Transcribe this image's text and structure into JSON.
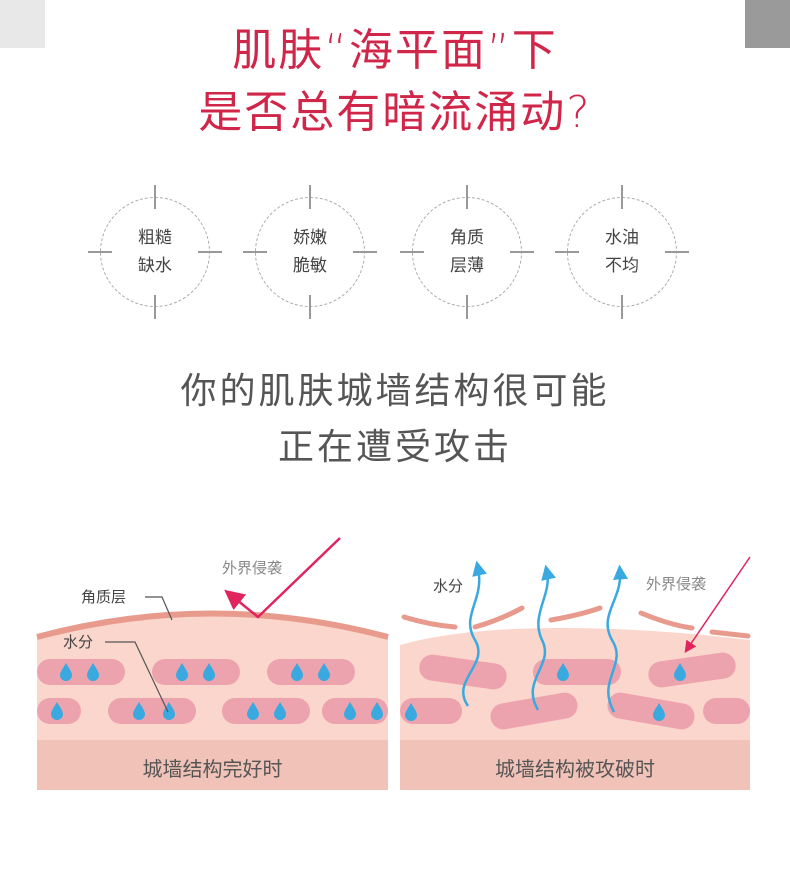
{
  "title": {
    "line1": "肌肤“海平面”下",
    "line2": "是否总有暗流涌动?"
  },
  "problems": [
    {
      "line1": "粗糙",
      "line2": "缺水"
    },
    {
      "line1": "娇嫩",
      "line2": "脆敏"
    },
    {
      "line1": "角质",
      "line2": "层薄"
    },
    {
      "line1": "水油",
      "line2": "不均"
    }
  ],
  "subtitle": {
    "line1": "你的肌肤城墙结构很可能",
    "line2": "正在遭受攻击"
  },
  "left_diagram": {
    "invasion": "外界侵袭",
    "stratum": "角质层",
    "water": "水分",
    "caption": "城墙结构完好时"
  },
  "right_diagram": {
    "water": "水分",
    "invasion": "外界侵袭",
    "caption": "城墙结构被攻破时"
  },
  "colors": {
    "accent": "#d0264a",
    "water": "#3aa9e0",
    "cell": "#eda3ae",
    "skin": "#fbd6cc",
    "base": "#f0c2b8"
  }
}
